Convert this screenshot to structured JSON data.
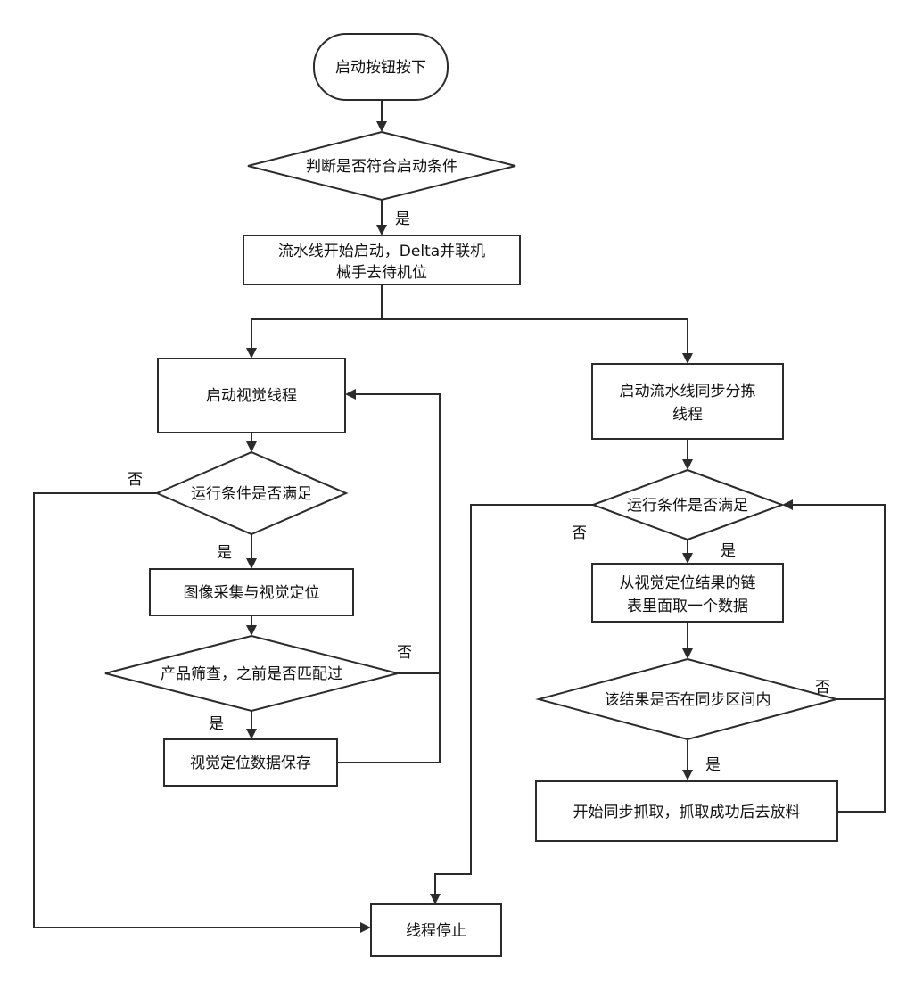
{
  "nodes": {
    "start": "启动按钮按下",
    "check_start": "判断是否符合启动条件",
    "pipeline_start_line1": "流水线开始启动，Delta并联机",
    "pipeline_start_line2": "械手去待机位",
    "vision_thread": "启动视觉线程",
    "sort_thread_line1": "启动流水线同步分拣",
    "sort_thread_line2": "线程",
    "vision_condition": "运行条件是否满足",
    "image_capture": "图像采集与视觉定位",
    "product_filter": "产品筛查，之前是否匹配过",
    "vision_save": "视觉定位数据保存",
    "sort_condition": "运行条件是否满足",
    "fetch_data_line1": "从视觉定位结果的链",
    "fetch_data_line2": "表里面取一个数据",
    "sync_check": "该结果是否在同步区间内",
    "sync_pick": "开始同步抓取，抓取成功后去放料",
    "thread_stop": "线程停止"
  },
  "edges": {
    "check_start_yes": "是",
    "vision_condition_no": "否",
    "vision_condition_yes": "是",
    "product_filter_no": "否",
    "product_filter_yes": "是",
    "sort_condition_no": "否",
    "sort_condition_yes": "是",
    "sync_check_no": "否",
    "sync_check_yes": "是"
  },
  "colors": {
    "stroke": "#2b2b2b",
    "fill": "#ffffff",
    "text": "#111111"
  }
}
